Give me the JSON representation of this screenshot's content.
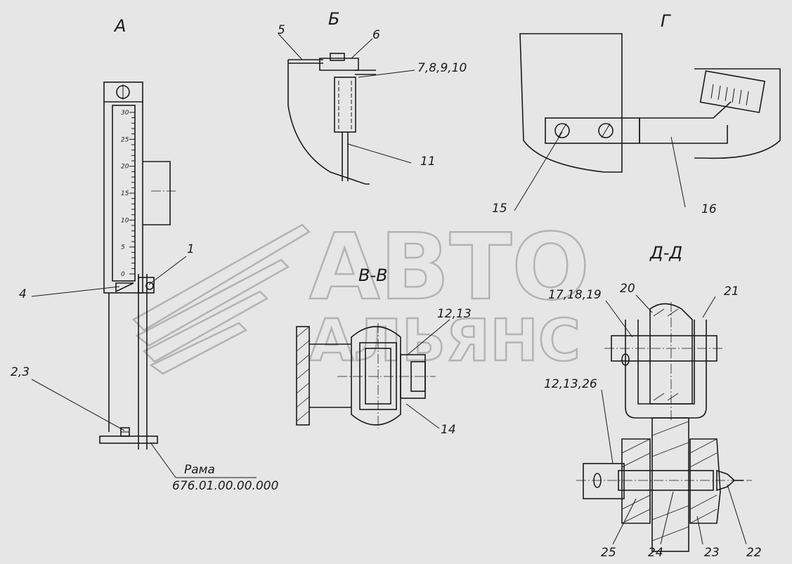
{
  "views": {
    "a": "А",
    "b": "Б",
    "g": "Г",
    "vv": "В-В",
    "dd": "Д-Д"
  },
  "callouts": {
    "c1": "1",
    "c4": "4",
    "c23": "2,3",
    "c5": "5",
    "c6": "6",
    "c7_10": "7,8,9,10",
    "c11": "11",
    "c15": "15",
    "c16": "16",
    "c12_13": "12,13",
    "c14": "14",
    "c17_19": "17,18,19",
    "c20": "20",
    "c21": "21",
    "c12_13_26": "12,13,26",
    "c25": "25",
    "c24": "24",
    "c23b": "23",
    "c22": "22"
  },
  "frame": {
    "label": "Рама",
    "code": "676.01.00.00.000"
  },
  "scale_ticks": [
    "30",
    "25",
    "20",
    "15",
    "10",
    "5",
    "0"
  ],
  "watermark": {
    "line1": "АВТО",
    "line2": "АЛЬЯНС"
  }
}
